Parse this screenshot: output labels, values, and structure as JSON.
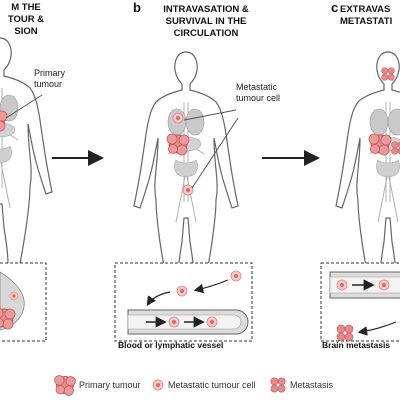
{
  "panels": [
    {
      "letter": "",
      "title": "M THE\nTOUR &\nSION"
    },
    {
      "letter": "b",
      "title": "INTRAVASATION &\nSURVIVAL IN THE\nCIRCULATION"
    },
    {
      "letter": "c",
      "title": "EXTRAVAS\nMETASTATI"
    }
  ],
  "labels": {
    "primary_tumour": "Primary\ntumour",
    "metastatic_cell": "Metastatic\ntumour cell"
  },
  "insets": {
    "vessel": "Blood or lymphatic vessel",
    "brain": "Brain metastasis"
  },
  "legend": [
    {
      "label": "Primary tumour",
      "icon": "primary-tumour-icon"
    },
    {
      "label": "Metastatic tumour cell",
      "icon": "metastatic-cell-icon"
    },
    {
      "label": "Metastasis",
      "icon": "metastasis-icon"
    }
  ],
  "colors": {
    "tumour": "#e58a8a",
    "tumour_dark": "#c85a5a",
    "organ": "#bdbdbd",
    "line": "#555555"
  }
}
